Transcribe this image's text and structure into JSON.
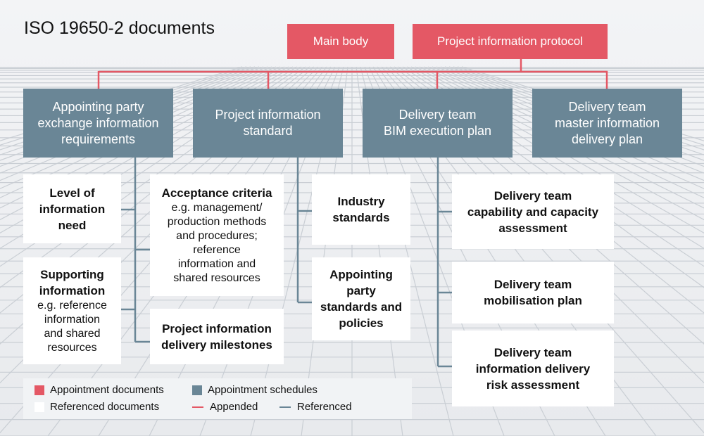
{
  "title": "ISO 19650-2 documents",
  "colors": {
    "appointment": "#e45865",
    "schedule": "#6a8696",
    "referenced_doc": "#ffffff",
    "appended_line": "#e45865",
    "referenced_line": "#6a8696"
  },
  "top": {
    "main_body": "Main body",
    "protocol": "Project information protocol"
  },
  "schedules": {
    "s1": "Appointing party\nexchange information\nrequirements",
    "s2": "Project information\nstandard",
    "s3": "Delivery team\nBIM execution plan",
    "s4": "Delivery team\nmaster information\ndelivery plan"
  },
  "docs": {
    "loin": "Level of\ninformation\nneed",
    "acceptance_title": "Acceptance criteria",
    "acceptance_sub": "e.g. management/\nproduction methods\nand procedures;\nreference\ninformation and\nshared resources",
    "supporting_title": "Supporting\ninformation",
    "supporting_sub": "e.g. reference\ninformation\nand shared\nresources",
    "milestones": "Project information\ndelivery milestones",
    "industry": "Industry\nstandards",
    "ap_standards": "Appointing\nparty\nstandards and\npolicies",
    "capability": "Delivery team\ncapability and capacity\nassessment",
    "mobilisation": "Delivery team\nmobilisation plan",
    "risk": "Delivery team\ninformation delivery\nrisk assessment"
  },
  "legend": {
    "appointment_documents": "Appointment documents",
    "appointment_schedules": "Appointment schedules",
    "referenced_documents": "Referenced documents",
    "appended": "Appended",
    "referenced": "Referenced"
  }
}
